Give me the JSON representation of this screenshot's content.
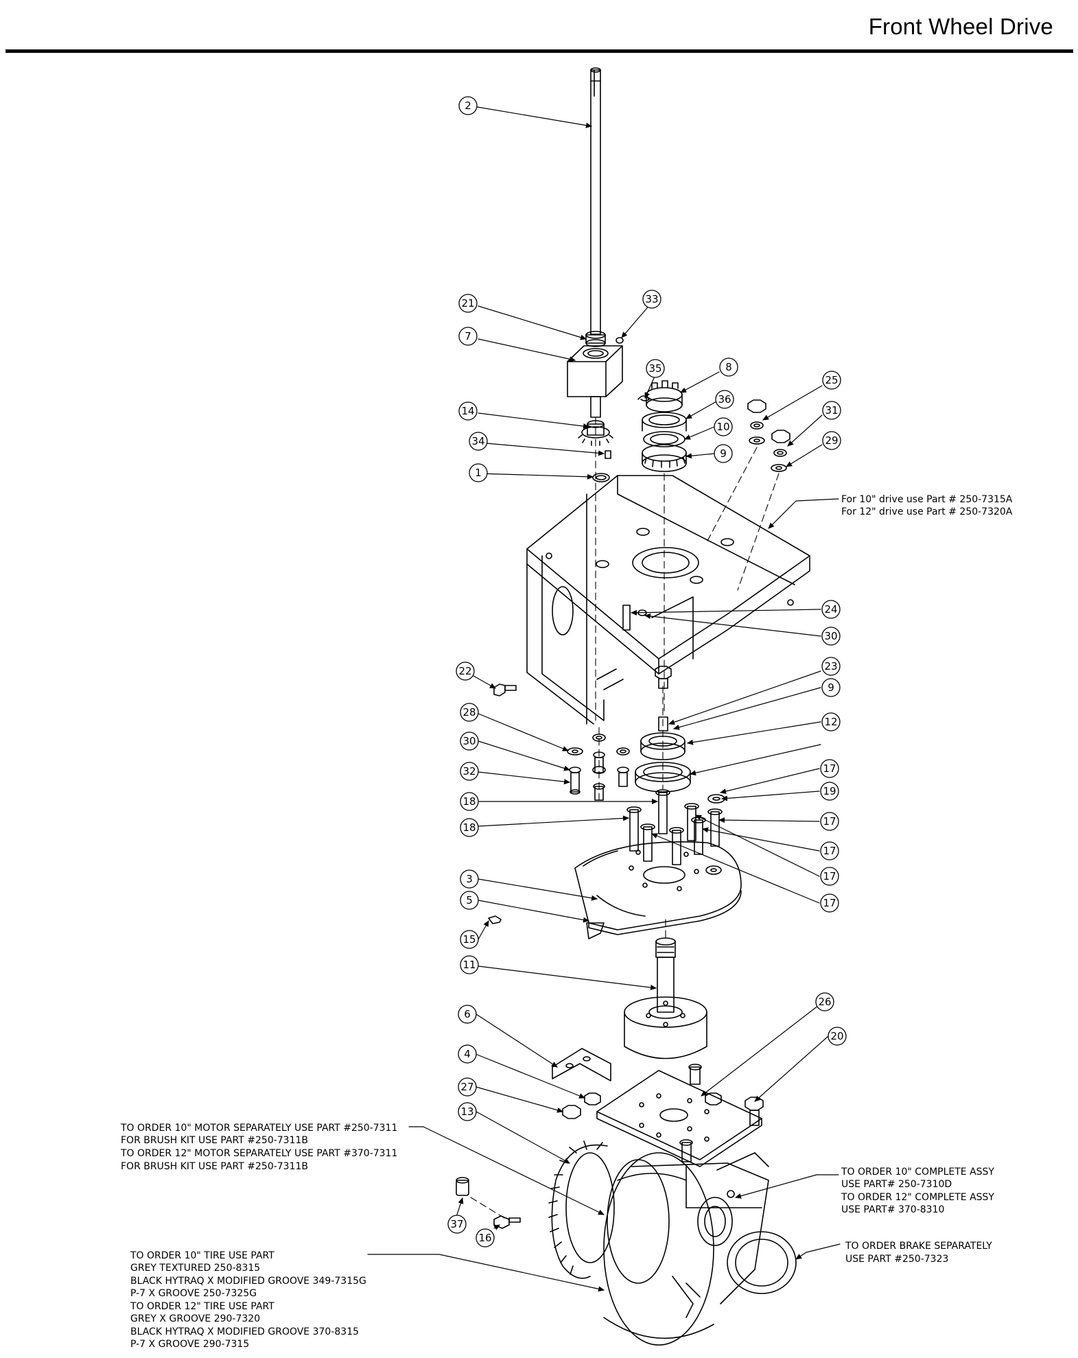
{
  "header": {
    "title": "Front Wheel Drive"
  },
  "diagram": {
    "callouts": [
      {
        "id": "c2",
        "num": "2"
      },
      {
        "id": "c21",
        "num": "21"
      },
      {
        "id": "c33",
        "num": "33"
      },
      {
        "id": "c7",
        "num": "7"
      },
      {
        "id": "c35",
        "num": "35"
      },
      {
        "id": "c8",
        "num": "8"
      },
      {
        "id": "c36",
        "num": "36"
      },
      {
        "id": "c10",
        "num": "10"
      },
      {
        "id": "c9a",
        "num": "9"
      },
      {
        "id": "c25",
        "num": "25"
      },
      {
        "id": "c31",
        "num": "31"
      },
      {
        "id": "c29",
        "num": "29"
      },
      {
        "id": "c14",
        "num": "14"
      },
      {
        "id": "c34",
        "num": "34"
      },
      {
        "id": "c1",
        "num": "1"
      },
      {
        "id": "c24",
        "num": "24"
      },
      {
        "id": "c30a",
        "num": "30"
      },
      {
        "id": "c22",
        "num": "22"
      },
      {
        "id": "c23",
        "num": "23"
      },
      {
        "id": "c9b",
        "num": "9"
      },
      {
        "id": "c28",
        "num": "28"
      },
      {
        "id": "c12",
        "num": "12"
      },
      {
        "id": "c30b",
        "num": "30"
      },
      {
        "id": "c32",
        "num": "32"
      },
      {
        "id": "c17a",
        "num": "17"
      },
      {
        "id": "c19",
        "num": "19"
      },
      {
        "id": "c18a",
        "num": "18"
      },
      {
        "id": "c18b",
        "num": "18"
      },
      {
        "id": "c17b",
        "num": "17"
      },
      {
        "id": "c17c",
        "num": "17"
      },
      {
        "id": "c17d",
        "num": "17"
      },
      {
        "id": "c17e",
        "num": "17"
      },
      {
        "id": "c3",
        "num": "3"
      },
      {
        "id": "c5",
        "num": "5"
      },
      {
        "id": "c15",
        "num": "15"
      },
      {
        "id": "c11",
        "num": "11"
      },
      {
        "id": "c26",
        "num": "26"
      },
      {
        "id": "c6",
        "num": "6"
      },
      {
        "id": "c20",
        "num": "20"
      },
      {
        "id": "c4",
        "num": "4"
      },
      {
        "id": "c27",
        "num": "27"
      },
      {
        "id": "c13",
        "num": "13"
      },
      {
        "id": "c37",
        "num": "37"
      },
      {
        "id": "c16",
        "num": "16"
      }
    ],
    "notes": {
      "frame": [
        "For 10\" drive use Part # 250-7315A",
        "For 12\" drive use Part # 250-7320A"
      ],
      "motor": [
        "TO ORDER 10\" MOTOR SEPARATELY USE PART #250-7311",
        "FOR BRUSH KIT USE PART #250-7311B",
        "TO ORDER 12\" MOTOR SEPARATELY USE PART #370-7311",
        "FOR BRUSH KIT USE PART #250-7311B"
      ],
      "assy": [
        "TO ORDER 10\" COMPLETE ASSY",
        "USE PART# 250-7310D",
        "TO ORDER 12\" COMPLETE ASSY",
        "USE PART# 370-8310"
      ],
      "brake": [
        "TO ORDER BRAKE SEPARATELY",
        "USE PART #250-7323"
      ],
      "tire": [
        "TO ORDER 10\" TIRE USE PART",
        "GREY TEXTURED 250-8315",
        "BLACK HYTRAQ X MODIFIED GROOVE 349-7315G",
        "P-7 X GROOVE 250-7325G",
        "TO ORDER 12\" TIRE USE PART",
        "GREY X GROOVE 290-7320",
        "BLACK HYTRAQ X MODIFIED GROOVE 370-8315",
        "P-7 X GROOVE 290-7315"
      ]
    }
  }
}
